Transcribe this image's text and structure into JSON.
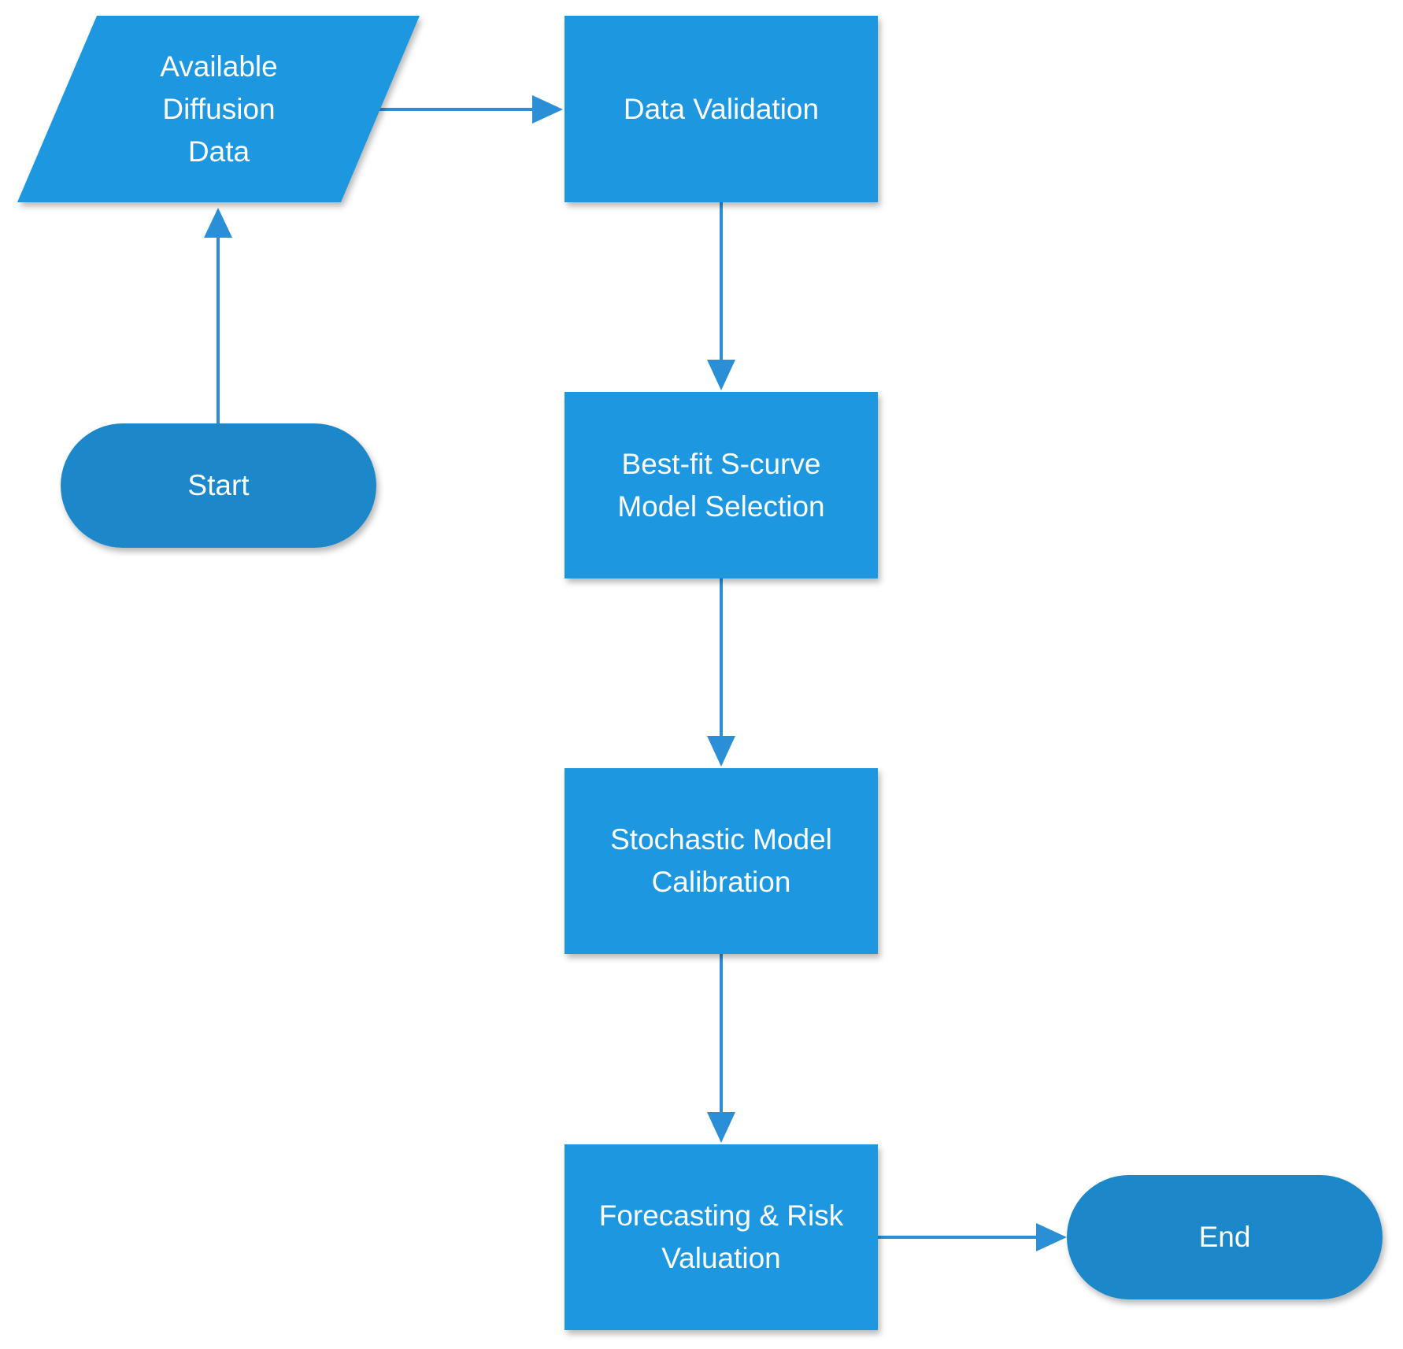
{
  "colors": {
    "process_fill": "#1f97e0",
    "terminal_fill": "#1a87c9",
    "connector": "#2a8fd6",
    "label_text": "#ffffff"
  },
  "nodes": {
    "data_input": {
      "shape": "parallelogram",
      "label": "Available\nDiffusion\nData"
    },
    "start": {
      "shape": "terminal",
      "label": "Start"
    },
    "data_validation": {
      "shape": "process",
      "label": "Data Validation"
    },
    "model_selection": {
      "shape": "process",
      "label": "Best-fit S-curve\nModel Selection"
    },
    "calibration": {
      "shape": "process",
      "label": "Stochastic Model\nCalibration"
    },
    "forecasting": {
      "shape": "process",
      "label": "Forecasting & Risk\nValuation"
    },
    "end": {
      "shape": "terminal",
      "label": "End"
    }
  },
  "edges": [
    {
      "from": "start",
      "to": "data_input"
    },
    {
      "from": "data_input",
      "to": "data_validation"
    },
    {
      "from": "data_validation",
      "to": "model_selection"
    },
    {
      "from": "model_selection",
      "to": "calibration"
    },
    {
      "from": "calibration",
      "to": "forecasting"
    },
    {
      "from": "forecasting",
      "to": "end"
    }
  ]
}
